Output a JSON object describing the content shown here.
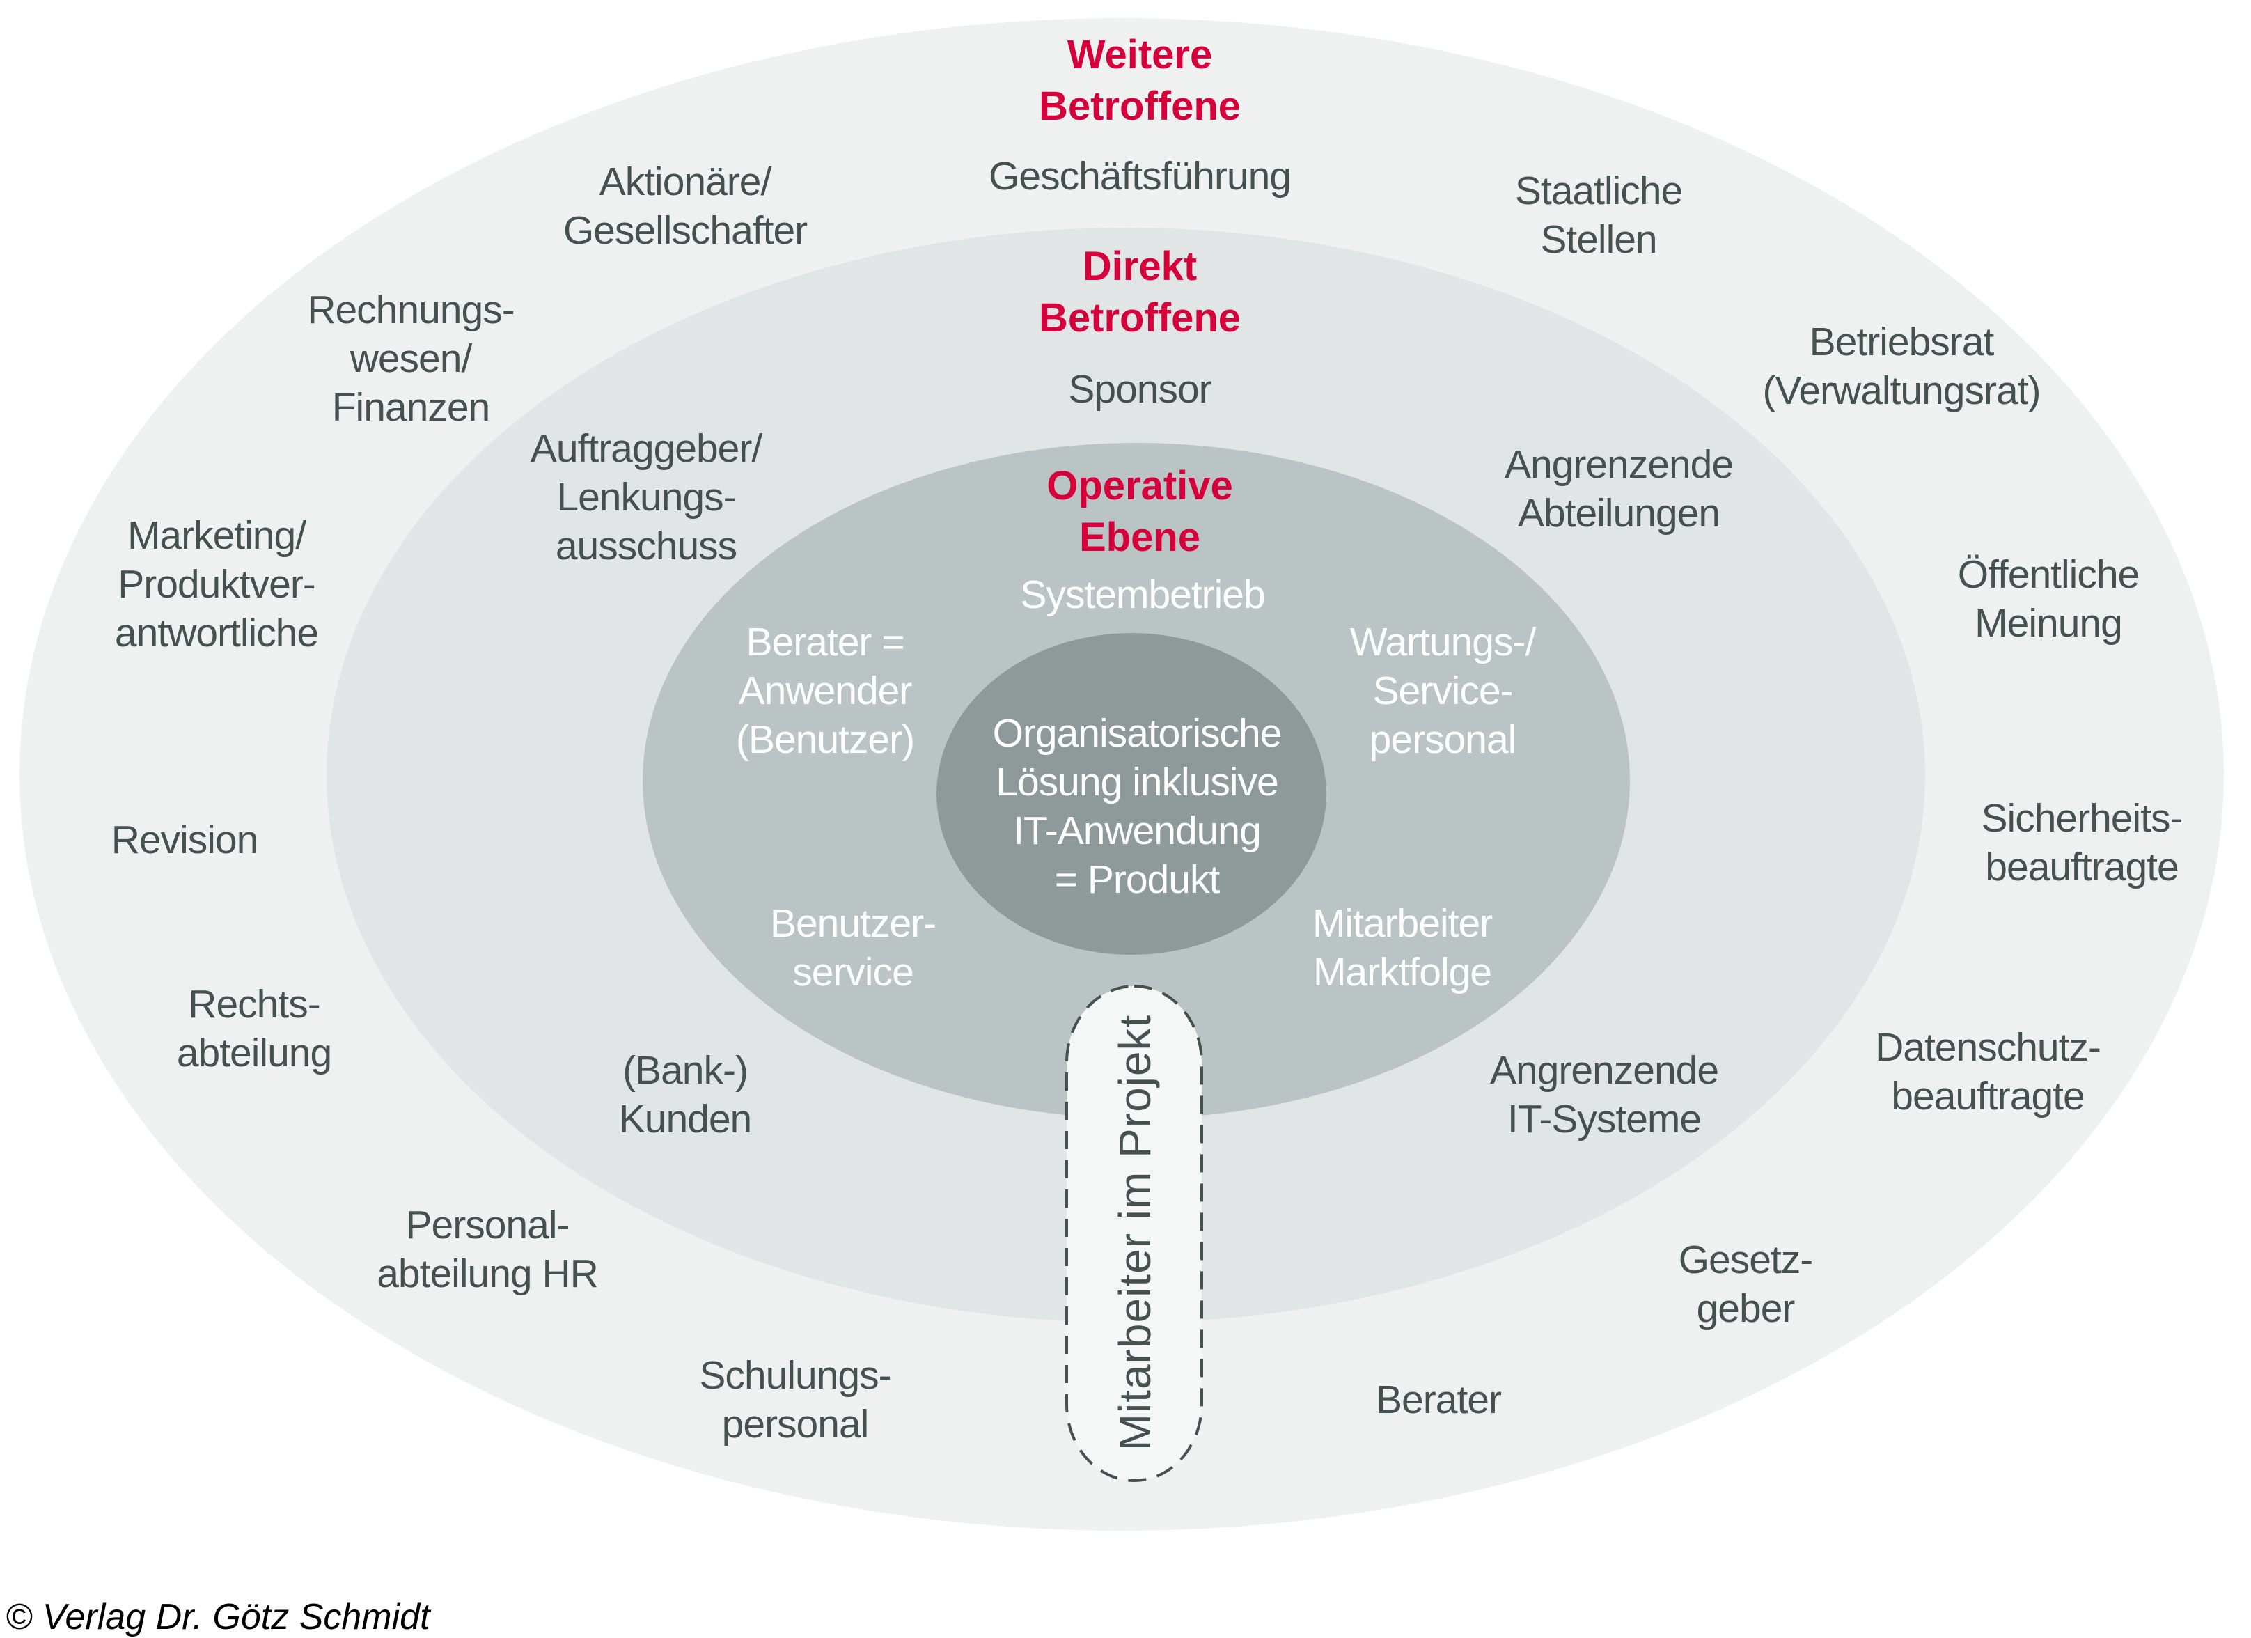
{
  "colors": {
    "outer_ring": "#eff1f0",
    "middle_ring": "#e1e5e6",
    "operative_ring": "#bbc4c5",
    "core": "#8e999a",
    "pill_fill": "#f5f7f6",
    "pill_stroke": "#455051",
    "text_dark": "#455051",
    "heading_red": "#d6003a",
    "text_white": "#ffffff"
  },
  "rings": {
    "outer": {
      "heading": [
        "Weitere",
        "Betroffene"
      ]
    },
    "middle": {
      "heading": [
        "Direkt",
        "Betroffene"
      ]
    },
    "operative": {
      "heading": [
        "Operative",
        "Ebene"
      ]
    },
    "core": {
      "label": [
        "Organisatorische",
        "Lösung inklusive",
        "IT-Anwendung",
        "= Produkt"
      ]
    }
  },
  "outer_labels": [
    {
      "id": "geschaeftsfuehrung",
      "lines": [
        "Geschäftsführung"
      ]
    },
    {
      "id": "aktionaere",
      "lines": [
        "Aktionäre/",
        "Gesellschafter"
      ]
    },
    {
      "id": "staatliche-stellen",
      "lines": [
        "Staatliche",
        "Stellen"
      ]
    },
    {
      "id": "rechnungswesen",
      "lines": [
        "Rechnungs-",
        "wesen/",
        "Finanzen"
      ]
    },
    {
      "id": "betriebsrat",
      "lines": [
        "Betriebsrat",
        "(Verwaltungsrat)"
      ]
    },
    {
      "id": "marketing",
      "lines": [
        "Marketing/",
        "Produktver-",
        "antwortliche"
      ]
    },
    {
      "id": "oeffentliche-meinung",
      "lines": [
        "Öffentliche",
        "Meinung"
      ]
    },
    {
      "id": "revision",
      "lines": [
        "Revision"
      ]
    },
    {
      "id": "sicherheitsbeauftragte",
      "lines": [
        "Sicherheits-",
        "beauftragte"
      ]
    },
    {
      "id": "rechtsabteilung",
      "lines": [
        "Rechts-",
        "abteilung"
      ]
    },
    {
      "id": "datenschutzbeauftragte",
      "lines": [
        "Datenschutz-",
        "beauftragte"
      ]
    },
    {
      "id": "personalabteilung",
      "lines": [
        "Personal-",
        "abteilung HR"
      ]
    },
    {
      "id": "gesetzgeber",
      "lines": [
        "Gesetz-",
        "geber"
      ]
    },
    {
      "id": "schulungspersonal",
      "lines": [
        "Schulungs-",
        "personal"
      ]
    },
    {
      "id": "berater",
      "lines": [
        "Berater"
      ]
    }
  ],
  "middle_labels": [
    {
      "id": "sponsor",
      "lines": [
        "Sponsor"
      ]
    },
    {
      "id": "auftraggeber",
      "lines": [
        "Auftraggeber/",
        "Lenkungs-",
        "ausschuss"
      ]
    },
    {
      "id": "angrenzende-abteilungen",
      "lines": [
        "Angrenzende",
        "Abteilungen"
      ]
    },
    {
      "id": "bank-kunden",
      "lines": [
        "(Bank-)",
        "Kunden"
      ]
    },
    {
      "id": "angrenzende-it-systeme",
      "lines": [
        "Angrenzende",
        "IT-Systeme"
      ]
    }
  ],
  "operative_labels": [
    {
      "id": "systembetrieb",
      "lines": [
        "Systembetrieb"
      ]
    },
    {
      "id": "berater-anwender",
      "lines": [
        "Berater =",
        "Anwender",
        "(Benutzer)"
      ]
    },
    {
      "id": "wartungspersonal",
      "lines": [
        "Wartungs-/",
        "Service-",
        "personal"
      ]
    },
    {
      "id": "benutzerservice",
      "lines": [
        "Benutzer-",
        "service"
      ]
    },
    {
      "id": "mitarbeiter-marktfolge",
      "lines": [
        "Mitarbeiter",
        "Marktfolge"
      ]
    }
  ],
  "project_pill": {
    "label": "Mitarbeiter im Projekt"
  },
  "copyright": "© Verlag Dr. Götz Schmidt"
}
